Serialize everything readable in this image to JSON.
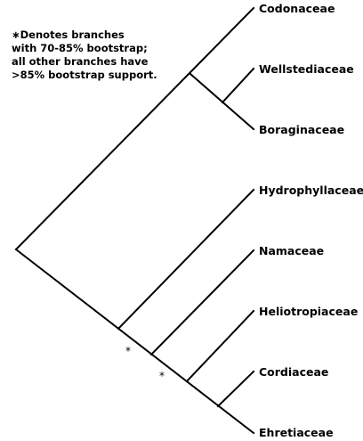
{
  "note": {
    "lines": [
      "∗Denotes branches",
      "with 70-85% bootstrap;",
      "all other branches have",
      ">85% bootstrap support."
    ]
  },
  "taxa": [
    "Codonaceae",
    "Wellstediaceae",
    "Boraginaceae",
    "Hydrophyllaceae",
    "Namaceae",
    "Heliotropiaceae",
    "Cordiaceae",
    "Ehretiaceae"
  ],
  "markers": {
    "node1": "*",
    "node2": "*"
  },
  "colors": {
    "line": "#000000",
    "text": "#000000",
    "background": "#ffffff"
  }
}
